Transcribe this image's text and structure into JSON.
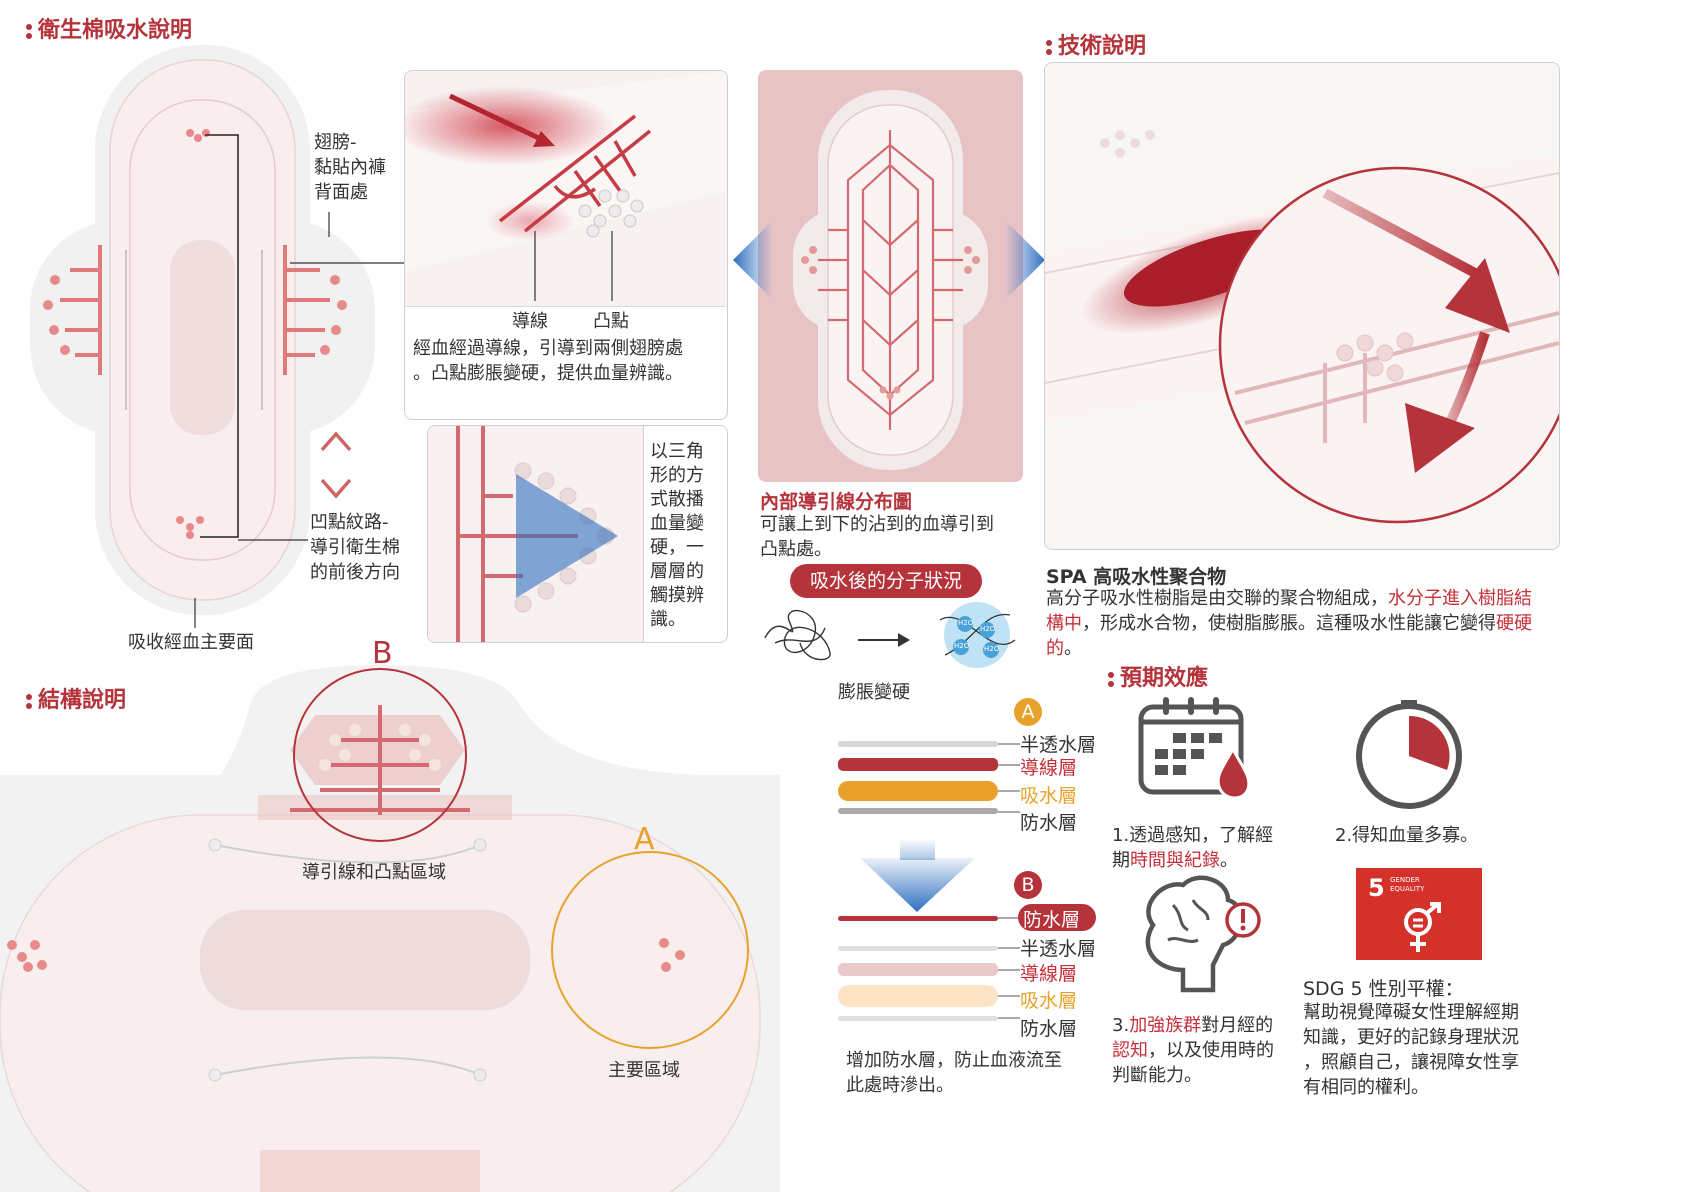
{
  "sections": {
    "absorb_title": "衛生棉吸水說明",
    "tech_title": "技術說明",
    "structure_title": "結構說明",
    "effect_title": "預期效應"
  },
  "absorb": {
    "wing_label": "翅膀-\n黏貼內褲\n背面處",
    "dot_label": "凹點紋路-\n導引衛生棉\n的前後方向",
    "main_face_label": "吸收經血主要面",
    "zoom_label_line": "導線",
    "zoom_label_dot": "凸點",
    "zoom_desc": "經血經過導線，引導到兩側翅膀處\n。凸點膨脹變硬，提供血量辨識。",
    "triangle_desc": "以三角\n形的方\n式散播\n血量變\n硬，一\n層層的\n觸摸辨\n識。"
  },
  "distribution": {
    "title": "內部導引線分布圖",
    "desc": "可讓上到下的沾到的血導引到\n凸點處。",
    "molecule_pill": "吸水後的分子狀況",
    "molecule_caption": "膨脹變硬",
    "h2o_labels": [
      "H2O",
      "H2O",
      "H2O",
      "H2O"
    ]
  },
  "spa": {
    "title": "SPA 高吸水性聚合物",
    "desc_1": "高分子吸水性樹脂是由交聯的聚合物組成，",
    "desc_red_1": "水分子進入樹脂結構中",
    "desc_2": "，形成水合物，使樹脂膨脹。這種吸水性能讓它變得",
    "desc_red_2": "硬硬的",
    "desc_3": "。"
  },
  "structure": {
    "label_b": "B",
    "label_a": "A",
    "area_b": "導引線和凸點區域",
    "area_a": "主要區域"
  },
  "layers": {
    "a_marker": "A",
    "a_layers": [
      "半透水層",
      "導線層",
      "吸水層",
      "防水層"
    ],
    "b_marker": "B",
    "b_layers": [
      "防水層",
      "半透水層",
      "導線層",
      "吸水層",
      "防水層"
    ],
    "caption": "增加防水層，防止血液流至\n此處時滲出。"
  },
  "effects": {
    "e1_prefix": "1.透過感知，了解經\n期",
    "e1_red": "時間與紀錄",
    "e1_suffix": "。",
    "e2": "2.得知血量多寡。",
    "e3_prefix": "3.",
    "e3_red1": "加強族群",
    "e3_mid": "對月經的\n",
    "e3_red2": "認知",
    "e3_suffix": "，以及使用時的\n判斷能力。",
    "sdg_number": "5",
    "sdg_text1": "GENDER",
    "sdg_text2": "EQUALITY",
    "sdg_title": "SDG 5 性別平權：",
    "sdg_desc": "幫助視覺障礙女性理解經期\n知識，更好的記錄身理狀況\n，照顧自己，讓視障女性享\n有相同的權利。"
  },
  "colors": {
    "accent_red": "#b5333a",
    "bright_red": "#c4303a",
    "orange": "#e8a22b",
    "pink_panel": "#e7c3c6",
    "blue": "#2f6fc0",
    "sdg_red": "#d4312a"
  }
}
